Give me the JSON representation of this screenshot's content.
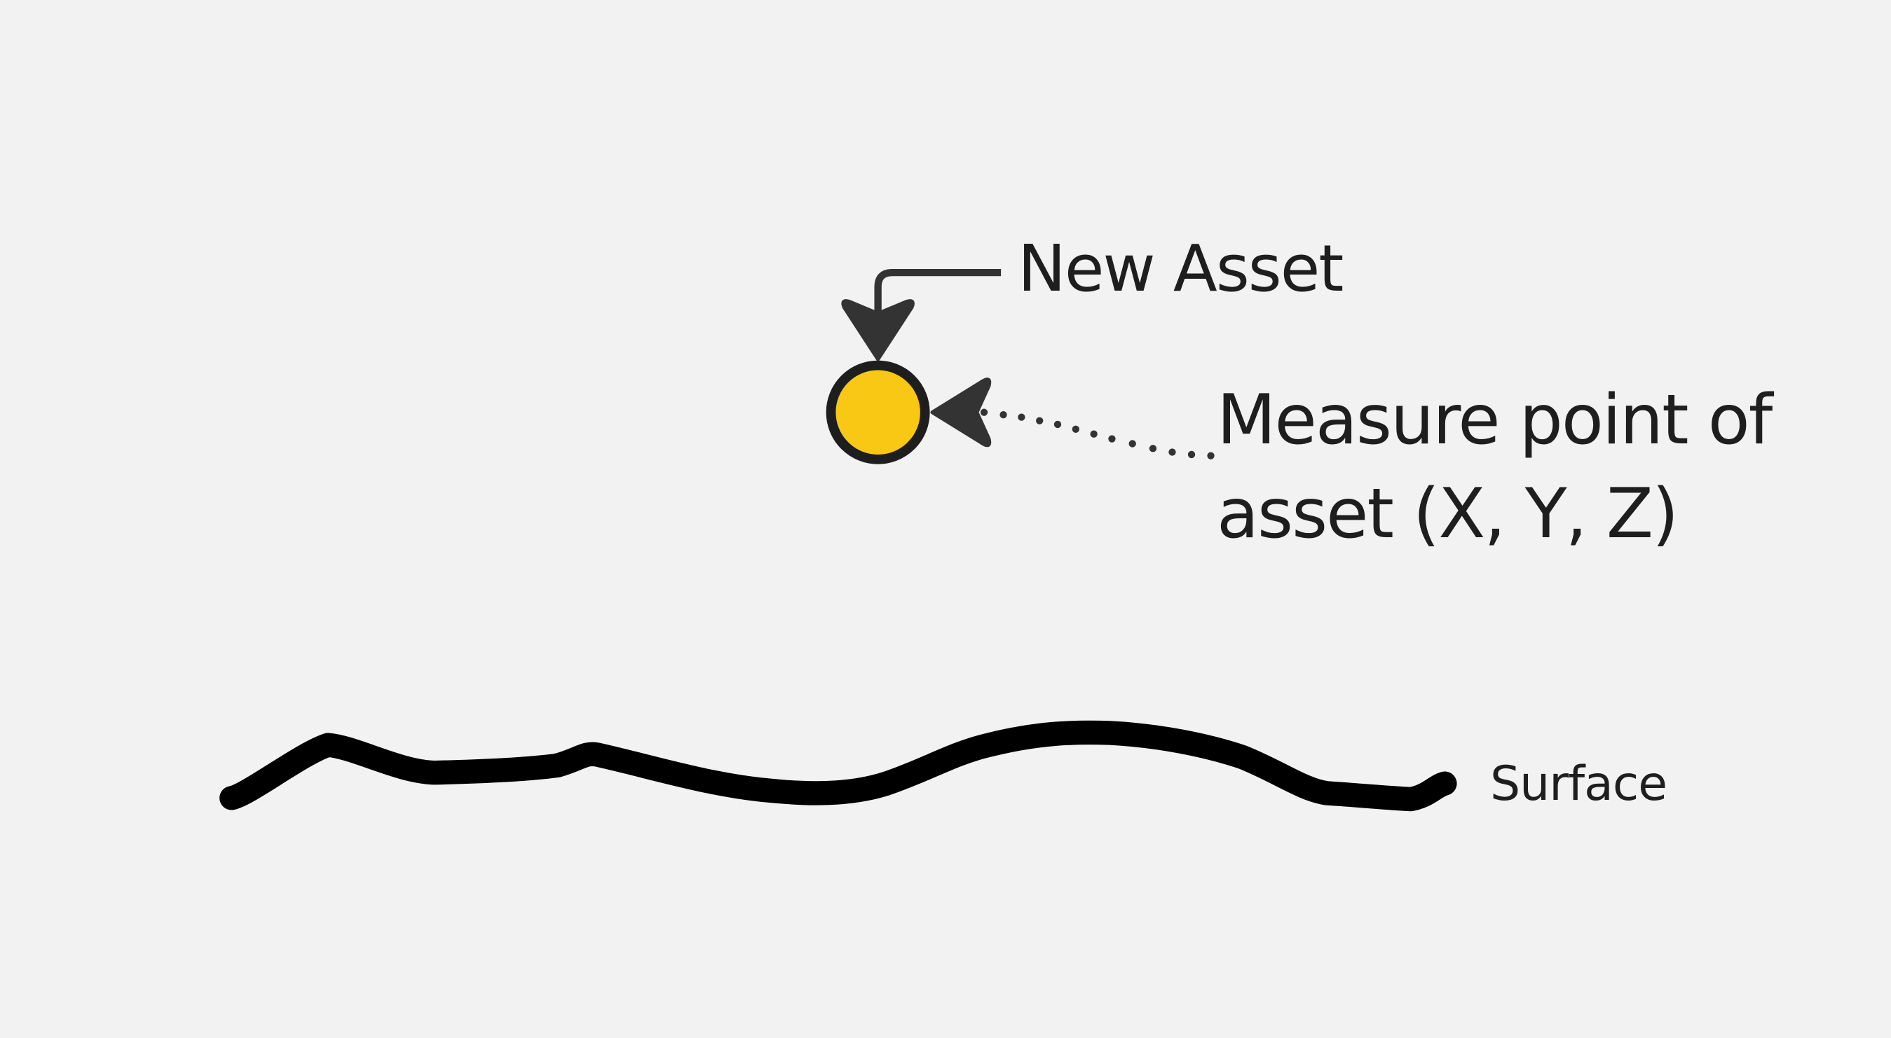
{
  "labels": {
    "new_asset": "New Asset",
    "measure_line1": "Measure point of",
    "measure_line2": "asset (X, Y, Z)",
    "surface": "Surface"
  },
  "colors": {
    "background": "#f2f2f2",
    "asset_fill": "#f9c814",
    "outline": "#1e1e1e",
    "arrow": "#333333",
    "surface": "#000000"
  }
}
